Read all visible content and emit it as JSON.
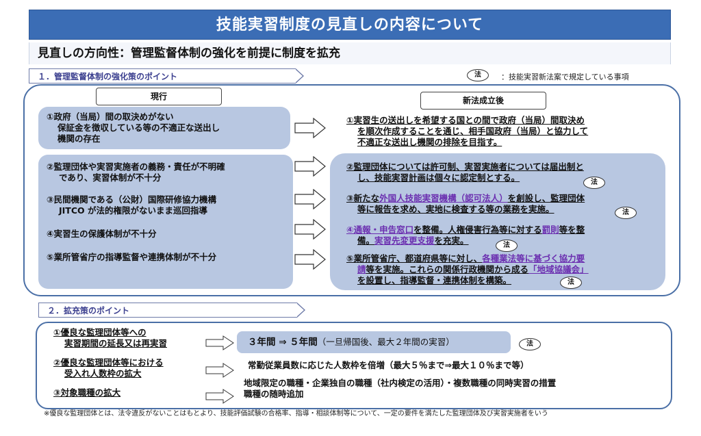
{
  "title": "技能実習制度の見直しの内容について",
  "direction": "見直しの方向性：管理監督体制の強化を前提に制度を拡充",
  "section1": {
    "heading": "１．管理監督体制の強化策のポイント",
    "legend_badge": "法",
    "legend_text": "：技能実習新法案で規定している事項",
    "tab_current": "現行",
    "tab_new": "新法成立後",
    "current": {
      "item1": [
        "①政府（当局）間の取決めがない",
        "保証金を徴収している等の不適正な送出し",
        "機関の存在"
      ],
      "item2": [
        "②監理団体や実習実施者の義務・責任が不明確",
        "であり、実習体制が不十分"
      ],
      "item3": [
        "③民間機関である（公財）国際研修協力機構",
        "JITCO が法的権限がないまま巡回指導"
      ],
      "item4": "④実習生の保護体制が不十分",
      "item5": "⑤業所管省庁の指導監督や連携体制が不十分"
    },
    "new": {
      "item1": [
        "①実習生の送出しを希望する国との間で政府（当局）間取決め",
        "を順次作成することを通じ、相手国政府（当局）と協力して",
        "不適正な送出し機関の排除を目指す。"
      ],
      "item2": [
        "②監理団体については許可制、実習実施者については届出制と",
        "し、技能実習計画は個々に認定制とする。"
      ],
      "item3_a": "③新たな",
      "item3_hl": "外国人技能実習機構（認可法人）",
      "item3_b": "を創設し、監理団体",
      "item3_line2": "等に報告を求め、実地に検査する等の業務を実施。",
      "item4_hl1": "④通報・申告窓口",
      "item4_a": "を整備。人権侵害行為等に対する",
      "item4_hl2": "罰則",
      "item4_b": "等を整",
      "item4_c": "備。",
      "item4_hl3": "実習先変更支援",
      "item4_d": "を充実。",
      "item5_a": "⑤業所管省庁、都道府県等に対し、",
      "item5_hl1": "各種業法等に基づく協力要",
      "item5_hl1b": "請",
      "item5_b": "等を実施。これらの関係行政機関から成る",
      "item5_hl2": "「地域協議会」",
      "item5_line3": "を設置し、指導監督・連携体制を構築。",
      "law": "法"
    }
  },
  "section2": {
    "heading": "２．拡充策のポイント",
    "items": [
      {
        "label_line1": "①優良な監理団体等への",
        "label_line2": "実習期間の延長又は再実習",
        "detail_bold": "３年間 ⇒ ５年間",
        "detail_rest": "（一旦帰国後、最大２年間の実習）",
        "law": "法"
      },
      {
        "label_line1": "②優良な監理団体等における",
        "label_line2": "受入れ人数枠の拡大",
        "detail": "常勤従業員数に応じた人数枠を倍増（最大５％まで⇒最大１０％まで等）"
      },
      {
        "label_line1": "③対象職種の拡大",
        "detail_line1": "地域限定の職種・企業独自の職種（社内検定の活用）・複数職種の同時実習の措置",
        "detail_line2": "職種の随時追加"
      }
    ],
    "footnote": "※優良な監理団体とは、法令違反がないことはもとより、技能評価試験の合格率、指導・相談体制等について、一定の要件を満たした監理団体及び実習実施者をいう"
  },
  "colors": {
    "title_bg": "#3b6db5",
    "box_bg": "#b8c7e1",
    "frame": "#4a6fa6",
    "highlight": "#6b2fb0"
  }
}
